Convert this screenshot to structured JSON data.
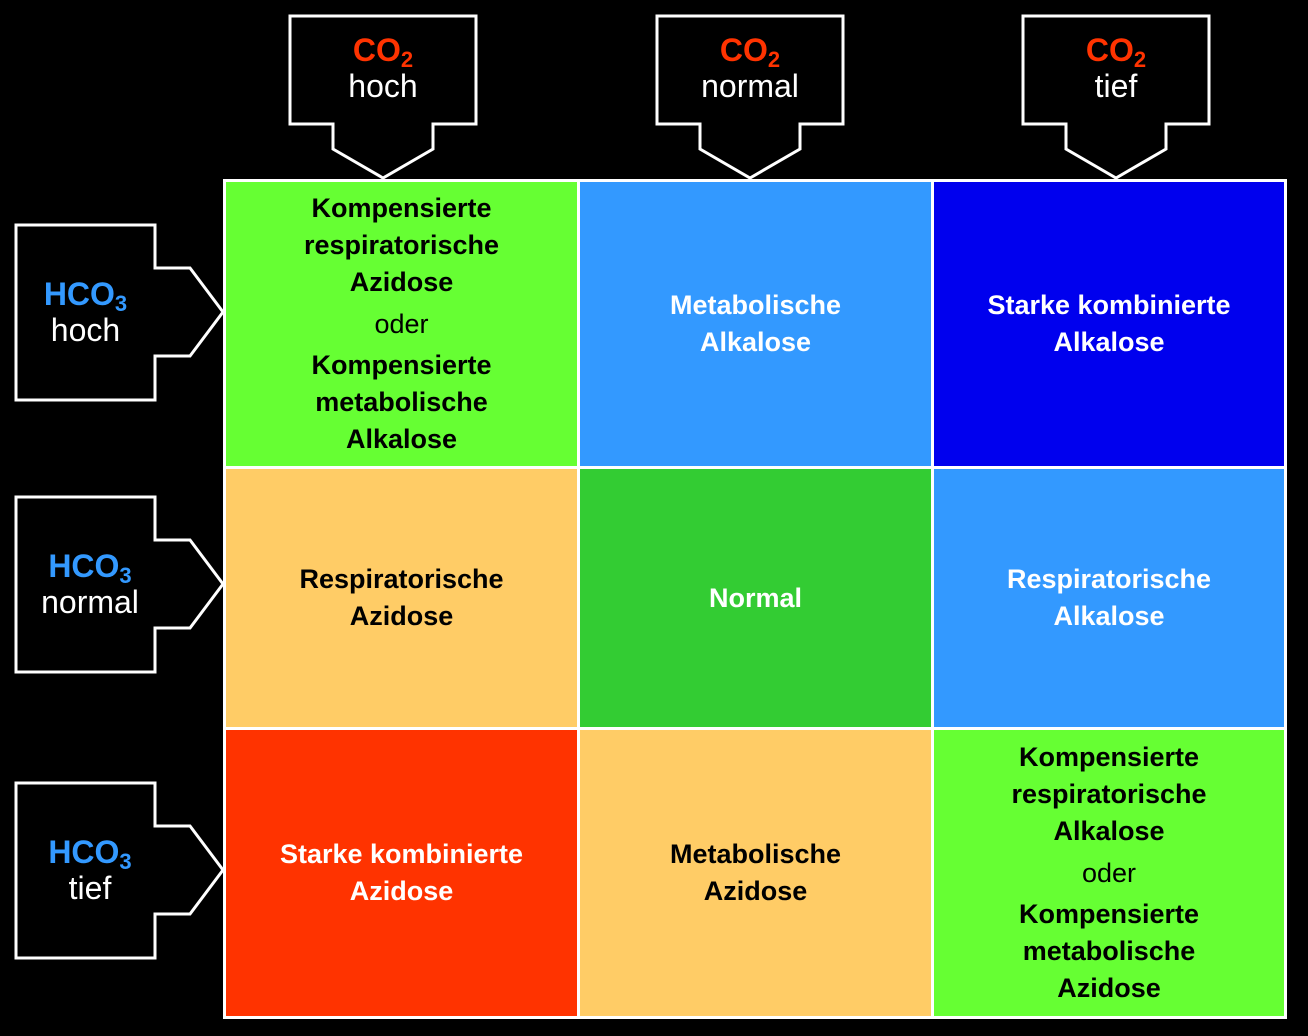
{
  "colors": {
    "background": "#000000",
    "co2_label": "#ff3300",
    "hco3_label": "#3399ff",
    "green_light": "#66ff33",
    "blue_light": "#3399ff",
    "blue_dark": "#0000ee",
    "orange_light": "#ffcc66",
    "green_mid": "#33cc33",
    "red": "#ff3300"
  },
  "co2_headers": [
    {
      "chem": "CO",
      "sub": "2",
      "level": "hoch"
    },
    {
      "chem": "CO",
      "sub": "2",
      "level": "normal"
    },
    {
      "chem": "CO",
      "sub": "2",
      "level": "tief"
    }
  ],
  "hco3_headers": [
    {
      "chem": "HCO",
      "sub": "3",
      "level": "hoch"
    },
    {
      "chem": "HCO",
      "sub": "3",
      "level": "normal"
    },
    {
      "chem": "HCO",
      "sub": "3",
      "level": "tief"
    }
  ],
  "cells": [
    [
      {
        "color": "#66ff33",
        "text_color": "#000000",
        "lines_a": [
          "Kompensierte",
          "respiratorische",
          "Azidose"
        ],
        "separator": "oder",
        "lines_b": [
          "Kompensierte",
          "metabolische",
          "Alkalose"
        ]
      },
      {
        "color": "#3399ff",
        "text_color": "#ffffff",
        "lines_a": [
          "Metabolische",
          "Alkalose"
        ]
      },
      {
        "color": "#0000ee",
        "text_color": "#ffffff",
        "lines_a": [
          "Starke kombinierte",
          "Alkalose"
        ]
      }
    ],
    [
      {
        "color": "#ffcc66",
        "text_color": "#000000",
        "lines_a": [
          "Respiratorische",
          "Azidose"
        ]
      },
      {
        "color": "#33cc33",
        "text_color": "#ffffff",
        "lines_a": [
          "Normal"
        ]
      },
      {
        "color": "#3399ff",
        "text_color": "#ffffff",
        "lines_a": [
          "Respiratorische",
          "Alkalose"
        ]
      }
    ],
    [
      {
        "color": "#ff3300",
        "text_color": "#ffffff",
        "lines_a": [
          "Starke kombinierte",
          "Azidose"
        ]
      },
      {
        "color": "#ffcc66",
        "text_color": "#000000",
        "lines_a": [
          "Metabolische",
          "Azidose"
        ]
      },
      {
        "color": "#66ff33",
        "text_color": "#000000",
        "lines_a": [
          "Kompensierte",
          "respiratorische",
          "Alkalose"
        ],
        "separator": "oder",
        "lines_b": [
          "Kompensierte",
          "metabolische",
          "Azidose"
        ]
      }
    ]
  ]
}
